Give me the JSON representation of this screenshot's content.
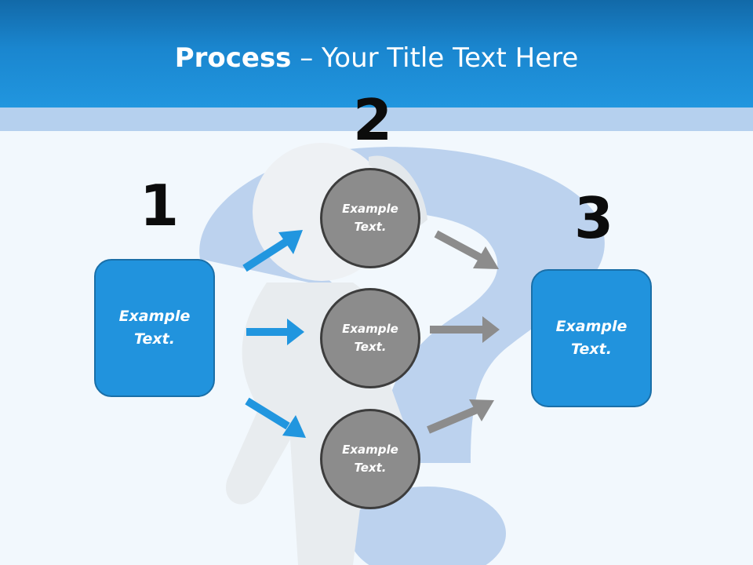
{
  "slide": {
    "title_bold": "Process",
    "title_rest": " – Your Title Text Here",
    "step_numbers": [
      "1",
      "2",
      "3"
    ],
    "left_box": "Example\nText.",
    "right_box": "Example\nText.",
    "circles": [
      "Example\nText.",
      "Example\nText.",
      "Example\nText."
    ]
  },
  "colors": {
    "header": "#1a86cf",
    "box_fill": "#2193dd",
    "circle_fill": "#8c8c8c",
    "arrow_blue": "#2196df",
    "arrow_gray": "#8c8c8c"
  }
}
